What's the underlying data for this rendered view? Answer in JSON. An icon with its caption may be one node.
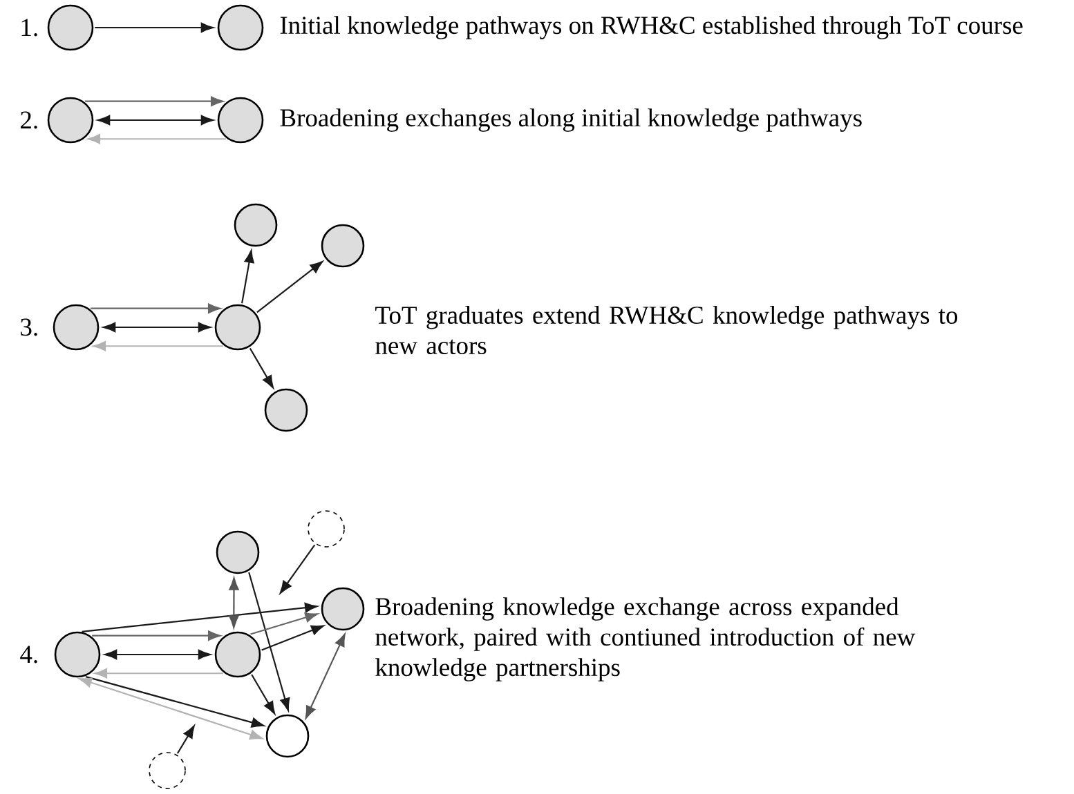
{
  "diagram": {
    "nodes": [
      {
        "text": [],
        "shape": "circle"
      },
      {
        "text": [],
        "shape": "circle"
      },
      {
        "text": [],
        "shape": "circle"
      },
      {
        "text": [],
        "shape": "circle"
      },
      {
        "text": [],
        "shape": "circle"
      },
      {
        "text": [],
        "shape": "circle"
      },
      {
        "text": [],
        "shape": "circle"
      },
      {
        "text": [],
        "shape": "circle"
      },
      {
        "text": [],
        "shape": "circle"
      },
      {
        "text": [],
        "shape": "circle"
      },
      {
        "text": [],
        "shape": "circle"
      },
      {
        "text": [],
        "shape": "circle"
      },
      {
        "text": [],
        "shape": "circle"
      },
      {
        "text": [],
        "shape": "circle"
      },
      {
        "text": [],
        "shape": "circle"
      },
      {
        "text": [],
        "shape": "circle"
      }
    ],
    "edges": [
      {
        "from": 0,
        "to": 1,
        "arrow": "to"
      },
      {
        "from": 2,
        "to": 3,
        "arrow": "to",
        "color": "#666666"
      },
      {
        "from": 2,
        "to": 3,
        "arrow": "both"
      },
      {
        "from": 3,
        "to": 2,
        "arrow": "to",
        "color": "#b3b3b3"
      },
      {
        "from": 4,
        "to": 5,
        "arrow": "to",
        "color": "#666666"
      },
      {
        "from": 4,
        "to": 5,
        "arrow": "both"
      },
      {
        "from": 5,
        "to": 4,
        "arrow": "to",
        "color": "#b3b3b3"
      },
      {
        "from": 5,
        "to": 6,
        "arrow": "to"
      },
      {
        "from": 5,
        "to": 7,
        "arrow": "to"
      },
      {
        "from": 5,
        "to": 8,
        "arrow": "to"
      },
      {
        "from": 9,
        "to": 12,
        "arrow": "to"
      },
      {
        "from": 9,
        "to": 11,
        "arrow": "to",
        "color": "#666666"
      },
      {
        "from": 9,
        "to": 11,
        "arrow": "both"
      },
      {
        "from": 11,
        "to": 9,
        "arrow": "to",
        "color": "#b3b3b3"
      },
      {
        "from": 10,
        "to": 11,
        "arrow": "both",
        "color": "#555555"
      },
      {
        "from": 10,
        "to": 13,
        "arrow": "to"
      },
      {
        "from": 11,
        "to": 12,
        "arrow": "to",
        "color": "#666666"
      },
      {
        "from": 11,
        "to": 12,
        "arrow": "to"
      },
      {
        "from": 11,
        "to": 13,
        "arrow": "to"
      },
      {
        "from": 9,
        "to": 13,
        "arrow": "to"
      },
      {
        "from": 9,
        "to": 13,
        "arrow": "both",
        "color": "#b3b3b3"
      },
      {
        "from": 12,
        "to": 13,
        "arrow": "both",
        "color": "#555555"
      },
      {
        "from": 14,
        "to": null,
        "arrow": "to"
      },
      {
        "from": 15,
        "to": null,
        "arrow": "to"
      }
    ],
    "labels": [
      "1.",
      "Initial knowledge pathways on RWH&C established through ToT course",
      "2.",
      "Broadening exchanges along initial knowledge pathways",
      "3.",
      "ToT graduates extend RWH&C knowledge pathways to new actors",
      "4.",
      "Broadening knowledge exchange across expanded network, paired with contiuned introduction of new knowledge partnerships"
    ]
  }
}
